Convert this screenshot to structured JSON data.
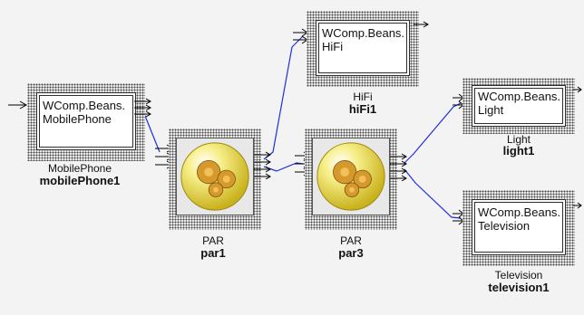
{
  "nodes": {
    "mobilephone": {
      "text": "WComp.Beans.MobilePhone",
      "type": "MobilePhone",
      "name": "mobilePhone1"
    },
    "par1": {
      "type": "PAR",
      "name": "par1",
      "icon": "gears-icon"
    },
    "hifi": {
      "text": "WComp.Beans.HiFi",
      "type": "HiFi",
      "name": "hiFi1"
    },
    "par3": {
      "type": "PAR",
      "name": "par3",
      "icon": "gears-icon"
    },
    "light": {
      "text": "WComp.Beans.Light",
      "type": "Light",
      "name": "light1"
    },
    "television": {
      "text": "WComp.Beans.Television",
      "type": "Television",
      "name": "television1"
    }
  },
  "colors": {
    "wire": "#1f2fe0",
    "pin": "#000000",
    "gear_ball": "#f1e55a",
    "gear": "#d69a2c"
  }
}
